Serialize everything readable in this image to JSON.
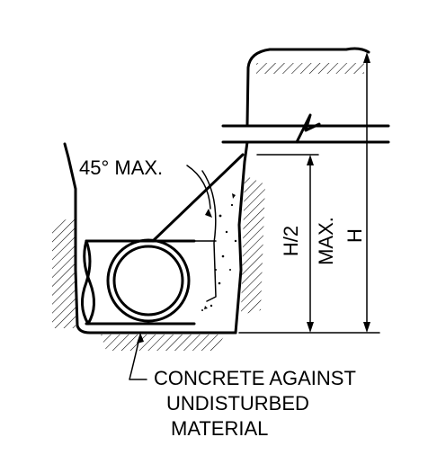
{
  "labels": {
    "angle": "45° MAX.",
    "half_height_1": "H/2",
    "half_height_2": "MAX.",
    "height": "H",
    "note_line1": "CONCRETE AGAINST",
    "note_line2": "UNDISTURBED",
    "note_line3": "MATERIAL"
  },
  "colors": {
    "ink": "#000000",
    "paper": "#ffffff"
  }
}
